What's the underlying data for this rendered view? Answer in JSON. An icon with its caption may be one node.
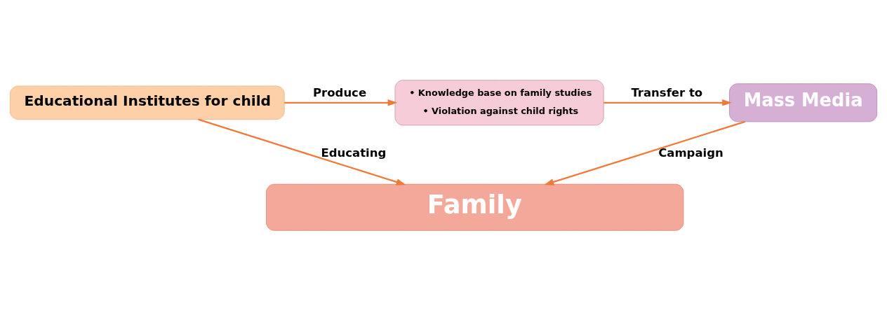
{
  "diagram": {
    "nodes": [
      {
        "text": [
          "Educational Institutes for child"
        ]
      },
      {
        "text": [
          "• Knowledge base on family studies",
          "• Violation against child rights"
        ]
      },
      {
        "text": [
          "Mass Media"
        ]
      },
      {
        "text": [
          "Family"
        ]
      }
    ],
    "edges": [
      {
        "from": 0,
        "to": 1,
        "arrow": "to",
        "label": "Produce"
      },
      {
        "from": 1,
        "to": 2,
        "arrow": "to",
        "label": "Transfer to"
      },
      {
        "from": 0,
        "to": 3,
        "arrow": "to",
        "label": "Educating"
      },
      {
        "from": 2,
        "to": 3,
        "arrow": "to",
        "label": "Campaign"
      }
    ]
  }
}
